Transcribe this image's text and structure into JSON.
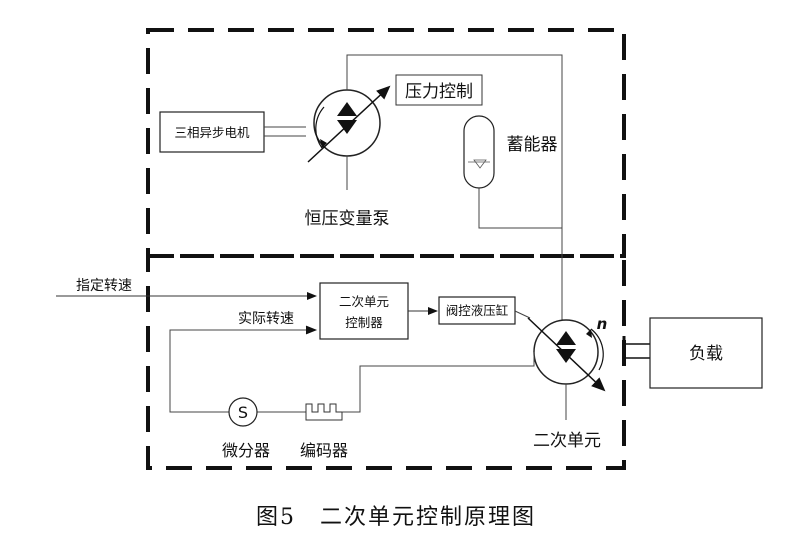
{
  "labels": {
    "motor": "三相异步电机",
    "pressure_control": "压力控制",
    "accumulator": "蓄能器",
    "pump": "恒压变量泵",
    "set_speed": "指定转速",
    "actual_speed": "实际转速",
    "controller_line1": "二次单元",
    "controller_line2": "控制器",
    "valve_cylinder": "阀控液压缸",
    "speed_symbol": "n",
    "load": "负载",
    "differentiator_symbol": "S",
    "differentiator": "微分器",
    "encoder": "编码器",
    "secondary_unit": "二次单元"
  },
  "caption": "图5　二次单元控制原理图"
}
